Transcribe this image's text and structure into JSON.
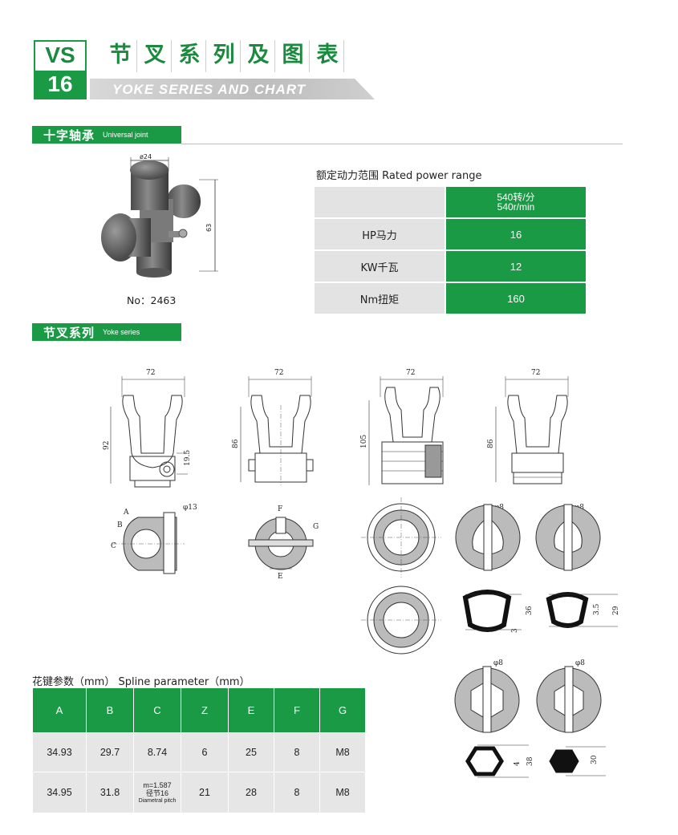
{
  "header": {
    "code_top": "VS",
    "code_bottom": "16",
    "title_cn_chars": [
      "节",
      "叉",
      "系",
      "列",
      "及",
      "图",
      "表"
    ],
    "title_en": "YOKE SERIES AND CHART"
  },
  "universal_joint": {
    "section_cn": "十字轴承",
    "section_en": "Universal joint",
    "dim_width": "ø24",
    "dim_height": "63",
    "part_no": "No：2463"
  },
  "power": {
    "title": "额定动力范围  Rated power range",
    "speed_line1": "540转/分",
    "speed_line2": "540r/min",
    "rows": [
      {
        "label": "HP马力",
        "value": "16"
      },
      {
        "label": "KW千瓦",
        "value": "12"
      },
      {
        "label": "Nm扭矩",
        "value": "160"
      }
    ]
  },
  "yoke_series": {
    "section_cn": "节叉系列",
    "section_en": "Yoke series",
    "widths": [
      "72",
      "72",
      "72",
      "72"
    ],
    "heights": [
      "92",
      "86",
      "105",
      "86"
    ],
    "sub_dim": "19.5",
    "bore_dim": "φ13",
    "letters": {
      "A": "A",
      "B": "B",
      "C": "C",
      "E": "E",
      "F": "F",
      "G": "G"
    },
    "phi8": [
      "φ8",
      "φ8",
      "φ8",
      "φ8"
    ],
    "tri_dims": {
      "a": "36",
      "b": "3",
      "c": "3.5",
      "d": "29"
    },
    "hex_dims": {
      "a": "4",
      "b": "38",
      "c": "30"
    }
  },
  "spline": {
    "title": "花键参数（mm）  Spline parameter（mm）",
    "headers": [
      "A",
      "B",
      "C",
      "Z",
      "E",
      "F",
      "G"
    ],
    "row1": [
      "34.93",
      "29.7",
      "8.74",
      "6",
      "25",
      "8",
      "M8"
    ],
    "row2": {
      "A": "34.95",
      "B": "31.8",
      "C_line1": "m=1.587",
      "C_line2": "径节16",
      "C_line3": "Diametral pitch",
      "Z": "21",
      "E": "28",
      "F": "8",
      "G": "M8"
    }
  },
  "colors": {
    "green": "#1a9a45",
    "gray": "#e3e3e3"
  }
}
